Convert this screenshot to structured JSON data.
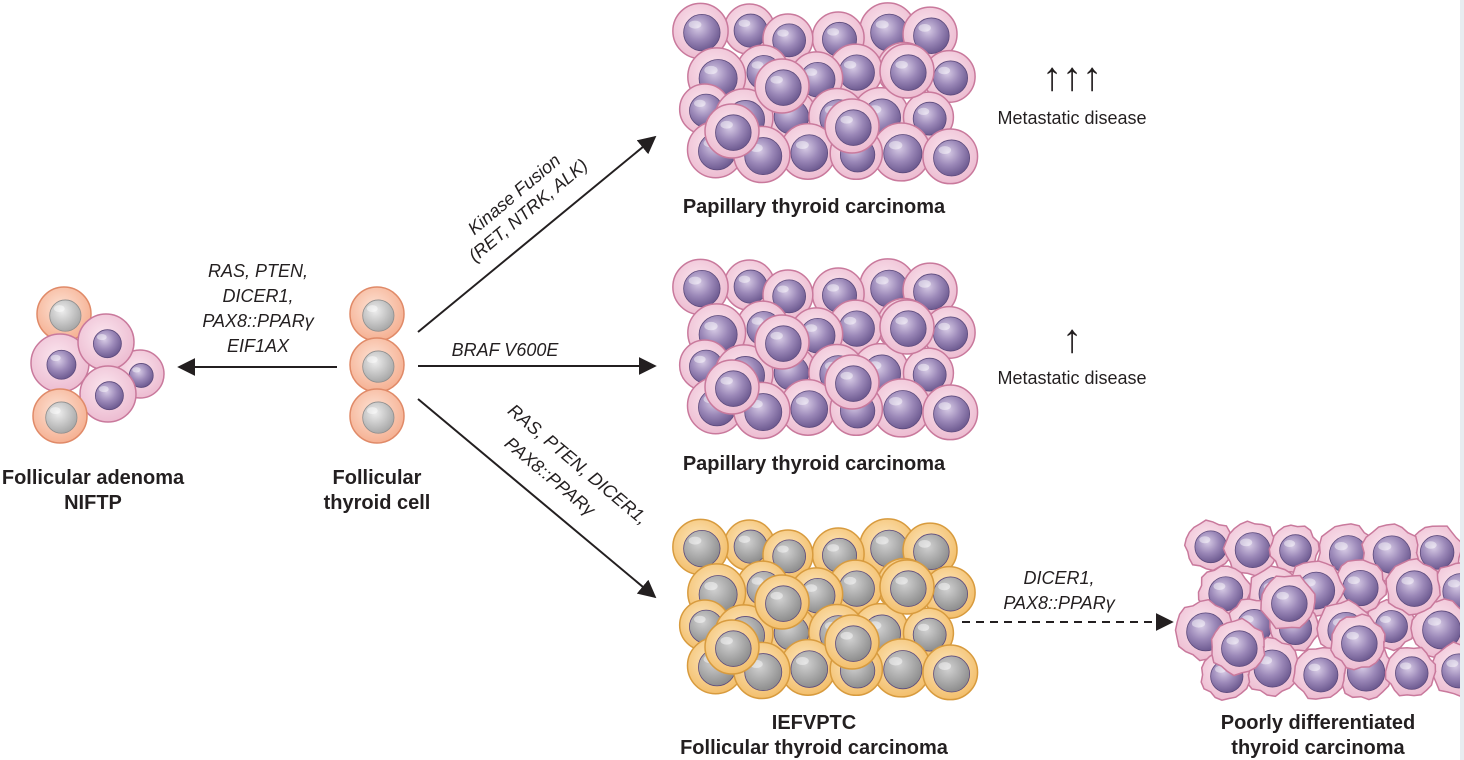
{
  "cells": {
    "follicular_cell": [
      "Follicular",
      "thyroid cell"
    ],
    "adenoma": [
      "Follicular adenoma",
      "NIFTP"
    ]
  },
  "arrows": {
    "left": [
      "RAS, PTEN,",
      "DICER1,",
      "PAX8::PPARγ",
      "EIF1AX"
    ],
    "top": [
      "Kinase Fusion",
      "(RET, NTRK, ALK)"
    ],
    "middle": "BRAF V600E",
    "bottom": [
      "RAS, PTEN, DICER1,",
      "PAX8::PPARγ"
    ],
    "dashed": [
      "DICER1,",
      "PAX8::PPARγ"
    ]
  },
  "outcomes": {
    "top": {
      "title": "Papillary thyroid carcinoma",
      "arrows": "↑↑↑",
      "metastasis": "Metastatic disease"
    },
    "middle": {
      "title": "Papillary thyroid carcinoma",
      "arrows": "↑",
      "metastasis": "Metastatic disease"
    },
    "bottom": {
      "title": [
        "IEFVPTC",
        "Follicular thyroid carcinoma"
      ]
    },
    "progression": {
      "title": [
        "Poorly differentiated",
        "thyroid carcinoma"
      ]
    }
  },
  "colors": {
    "pink_cell": "#f0c6d8",
    "pink_outline": "#c9799c",
    "purple_nucleus": "#9b88b8",
    "orange_cell": "#f6c77a",
    "orange_outline": "#d89b3e",
    "gray_nucleus": "#b8b8b8",
    "salmon_cell": "#f6b496"
  }
}
